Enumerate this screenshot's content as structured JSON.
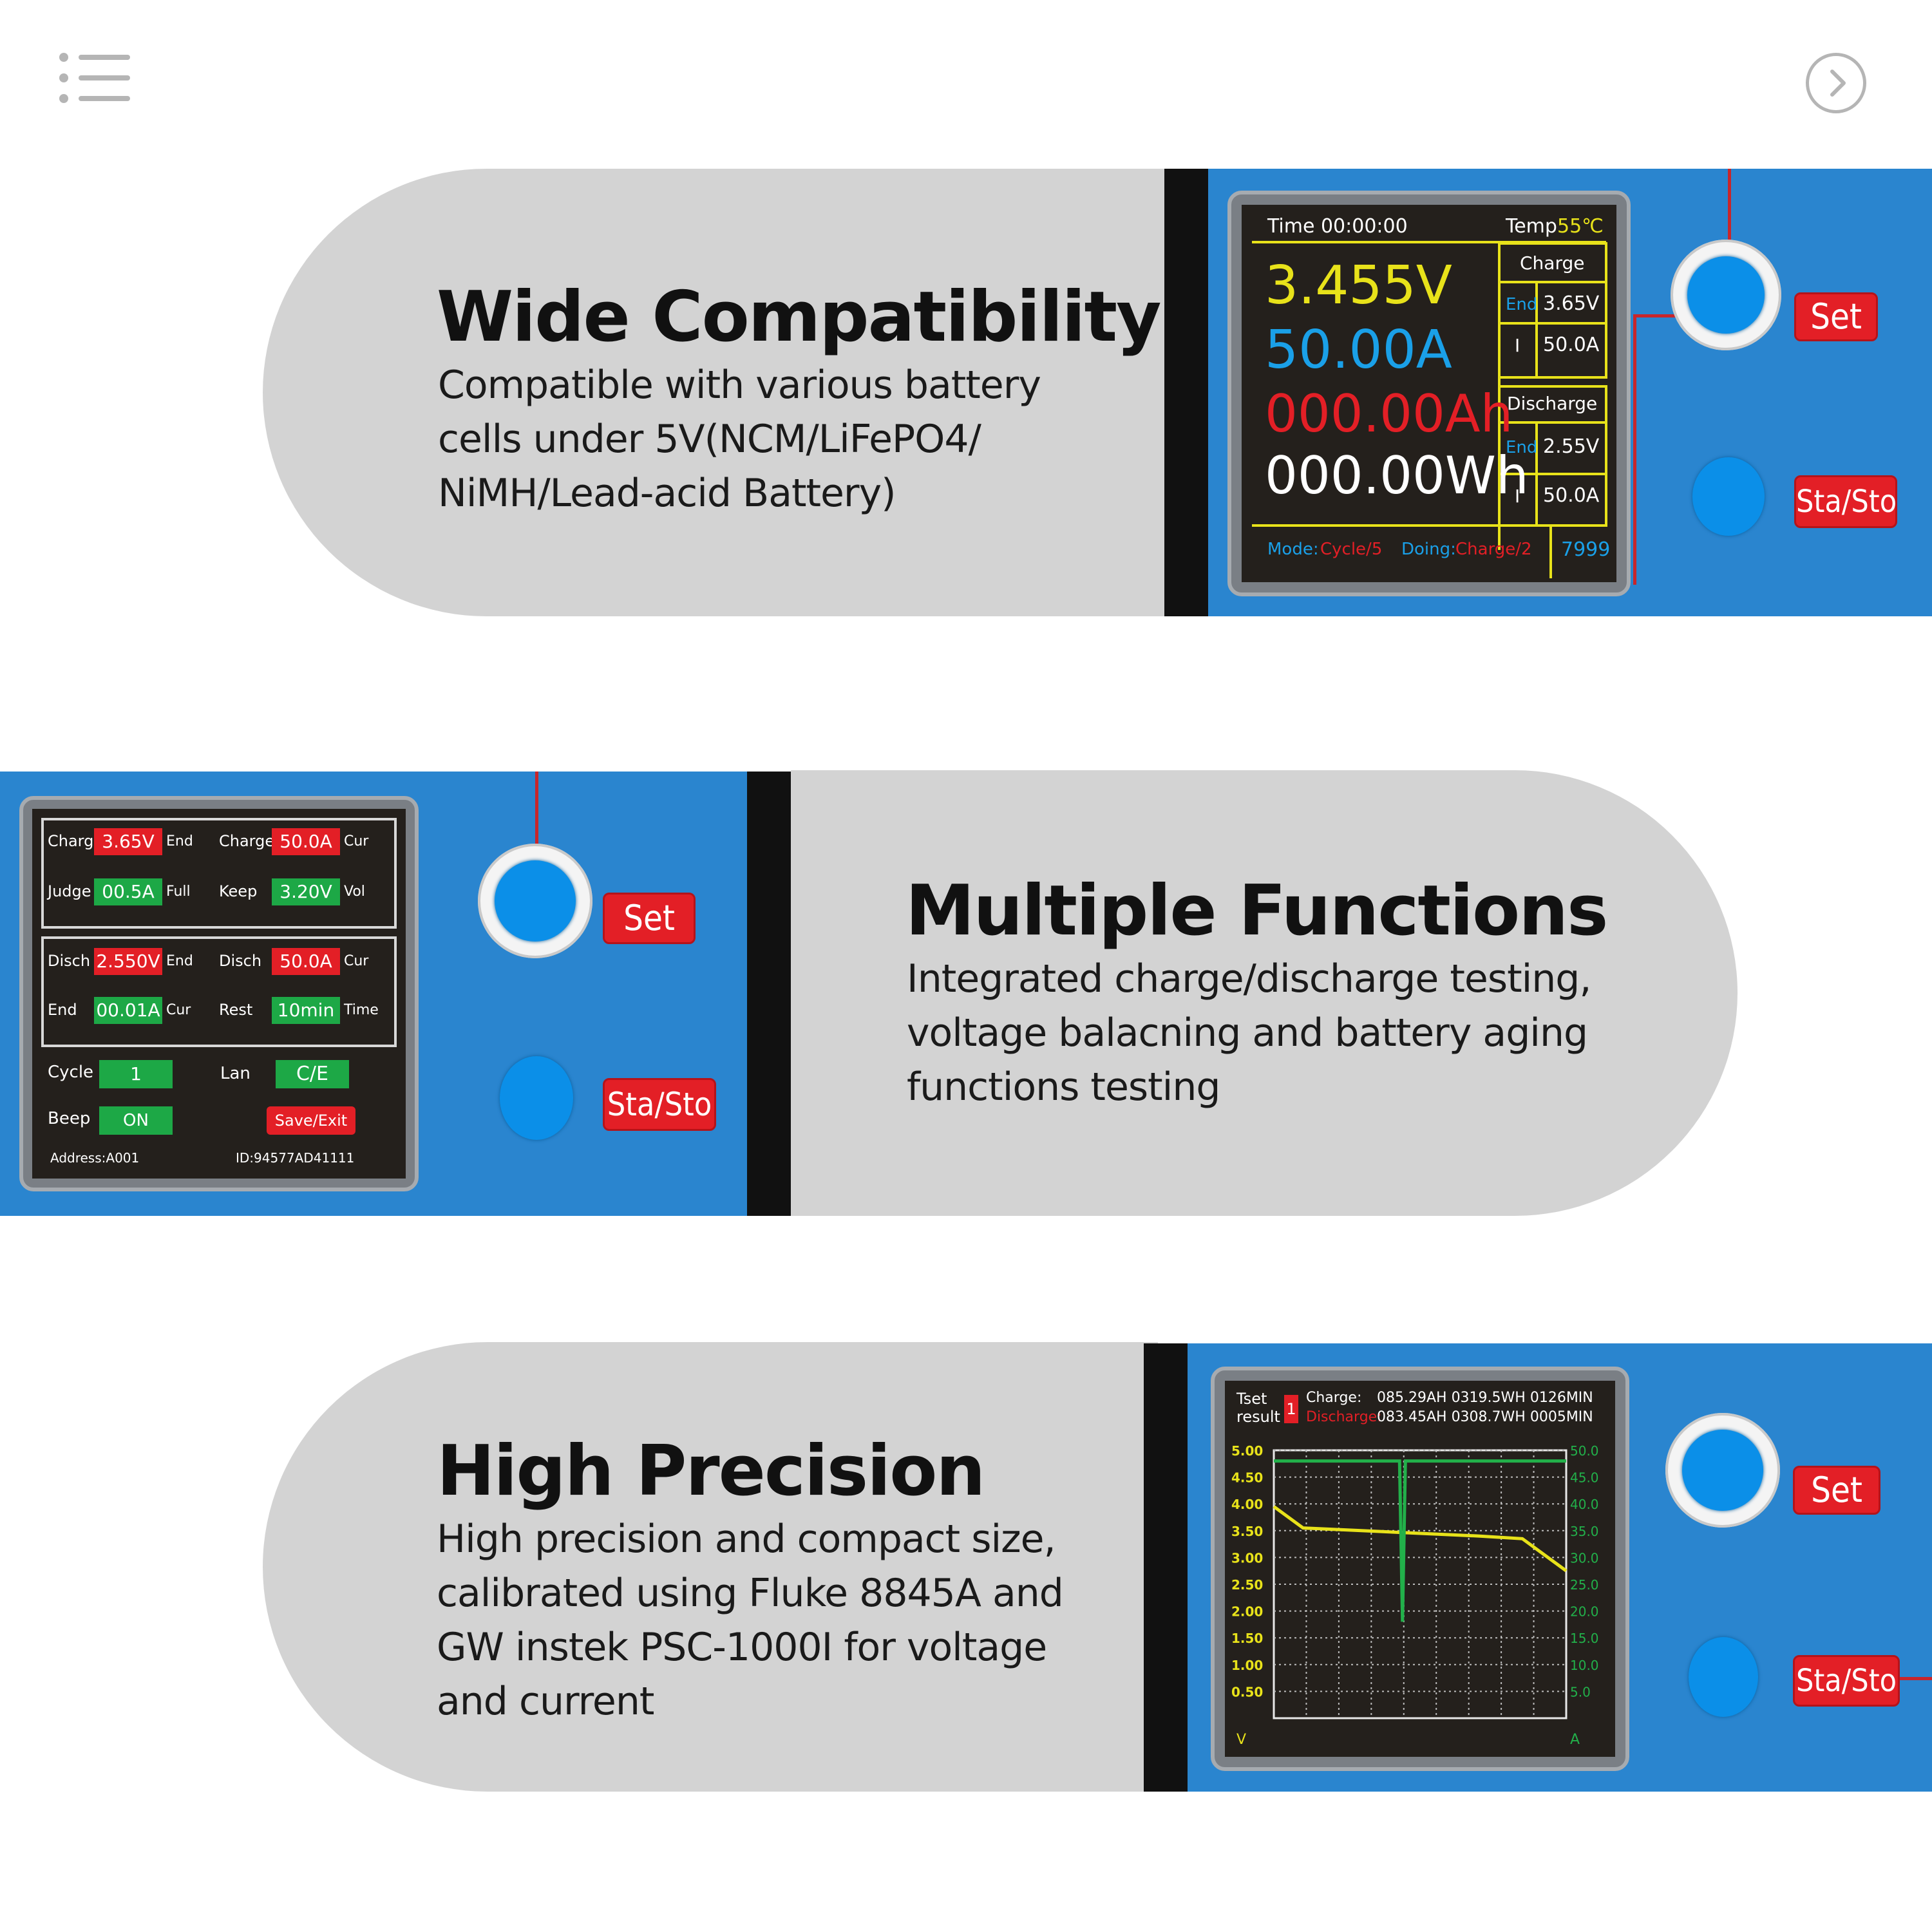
{
  "nav": {
    "menu_icon": "menu-list-icon",
    "next_icon": "chevron-right-circle-icon"
  },
  "sections": [
    {
      "title": "Wide Compatibility",
      "description": [
        "Compatible with various battery",
        "cells under 5V(NCM/LiFePO4/",
        "NiMH/Lead-acid Battery)"
      ]
    },
    {
      "title": "Multiple Functions",
      "description": [
        "Integrated charge/discharge testing,",
        "voltage balacning and battery aging",
        "functions testing"
      ]
    },
    {
      "title": "High Precision",
      "description": [
        "High precision and compact size,",
        "calibrated using Fluke 8845A and",
        "GW instek PSC-1000I for voltage",
        "and current"
      ]
    }
  ],
  "device": {
    "set_label": "Set",
    "start_stop_label": "Sta/Sto"
  },
  "screen1": {
    "time": "Time  00:00:00",
    "temp_label": "Temp",
    "temp_value": "55℃",
    "voltage": "3.455V",
    "current": "50.00A",
    "capacity": "000.00Ah",
    "energy": "000.00Wh",
    "charge_header": "Charge",
    "charge_end_label": "End",
    "charge_end": "3.65V",
    "charge_i_label": "I",
    "charge_i": "50.0A",
    "discharge_header": "Discharge",
    "discharge_end_label": "End",
    "discharge_end": "2.55V",
    "discharge_i_label": "I",
    "discharge_i": "50.0A",
    "mode_label": "Mode:",
    "mode_value": "Cycle/5",
    "doing_label": "Doing:",
    "doing_value": "Charge/2",
    "counter": "7999"
  },
  "screen2": {
    "rows": [
      {
        "l1": "Charge",
        "v1": "3.65V",
        "u1": "End",
        "l2": "Charge",
        "v2": "50.0A",
        "u2": "Cur",
        "c1": "red",
        "c2": "red"
      },
      {
        "l1": "Judge",
        "v1": "00.5A",
        "u1": "Full",
        "l2": "Keep",
        "v2": "3.20V",
        "u2": "Vol",
        "c1": "green",
        "c2": "green"
      },
      {
        "l1": "Disch",
        "v1": "2.550V",
        "u1": "End",
        "l2": "Disch",
        "v2": "50.0A",
        "u2": "Cur",
        "c1": "red",
        "c2": "red"
      },
      {
        "l1": "End",
        "v1": "00.01A",
        "u1": "Cur",
        "l2": "Rest",
        "v2": "10min",
        "u2": "Time",
        "c1": "green",
        "c2": "green"
      }
    ],
    "cycle_label": "Cycle",
    "cycle_value": "1",
    "lan_label": "Lan",
    "lan_value": "C/E",
    "beep_label": "Beep",
    "beep_value": "ON",
    "save_exit": "Save/Exit",
    "address": "Address:A001",
    "id": "ID:94577AD41111"
  },
  "screen3": {
    "test_label": "Tset",
    "result_label": "result",
    "channel": "1",
    "charge_label": "Charge:",
    "charge_vals": "085.29AH  0319.5WH  0126MIN",
    "discharge_label": "Discharge:",
    "discharge_vals": "083.45AH  0308.7WH  0005MIN",
    "v_unit": "V",
    "a_unit": "A"
  },
  "chart_data": {
    "type": "line",
    "y_left_ticks": [
      "5.00",
      "4.50",
      "4.00",
      "3.50",
      "3.00",
      "2.50",
      "2.00",
      "1.50",
      "1.00",
      "0.50"
    ],
    "y_right_ticks": [
      "50.0",
      "45.0",
      "40.0",
      "35.0",
      "30.0",
      "25.0",
      "20.0",
      "15.0",
      "10.0",
      "5.0"
    ],
    "ylim_left": [
      0,
      5
    ],
    "ylim_right": [
      0,
      50
    ],
    "xlim": [
      0,
      100
    ],
    "grid": true,
    "series": [
      {
        "color": "#e8e21a",
        "x": [
          0,
          10,
          30,
          50,
          70,
          85,
          100
        ],
        "y": [
          3.95,
          3.55,
          3.5,
          3.45,
          3.4,
          3.35,
          2.75
        ]
      },
      {
        "color": "#22b04a",
        "x": [
          0,
          2,
          43,
          44,
          45,
          46,
          100
        ],
        "y": [
          4.8,
          4.8,
          4.8,
          1.8,
          4.8,
          4.8,
          4.8
        ]
      }
    ]
  }
}
